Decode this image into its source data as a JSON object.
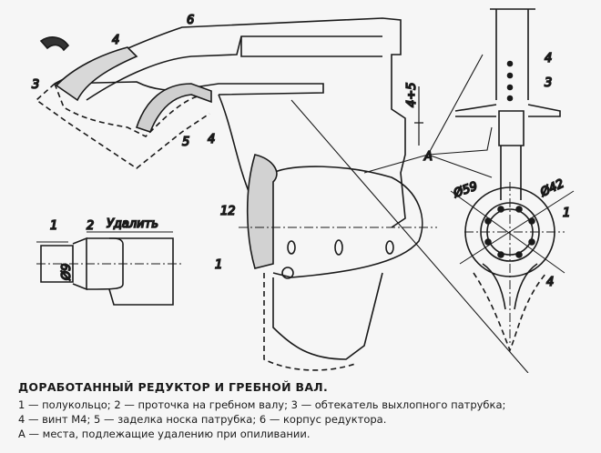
{
  "drawing": {
    "labels": {
      "l6": "6",
      "l4_top": "4",
      "l3_left": "3",
      "l5": "5",
      "l4_mid": "4",
      "l4to5": "4÷5",
      "lA": "A",
      "l12": "12",
      "l1_left": "1",
      "l1_shaft": "1",
      "l2_shaft": "2",
      "remove": "Удалить",
      "d9": "Ø9",
      "d59": "Ø59",
      "d42": "Ø42",
      "l1_right": "1",
      "l4_right_bottom": "4",
      "l4_right_top": "4",
      "l3_right": "3"
    }
  },
  "caption": {
    "title": "ДОРАБОТАННЫЙ РЕДУКТОР И ГРЕБНОЙ ВАЛ.",
    "line1": "1 — полукольцо; 2 — проточка на гребном валу; 3 — обтекатель выхлопного патрубка;",
    "line2": "4 — винт М4; 5 — заделка носка патрубка; 6 — корпус редуктора.",
    "line3": "А — места, подлежащие удалению при опиливании."
  }
}
